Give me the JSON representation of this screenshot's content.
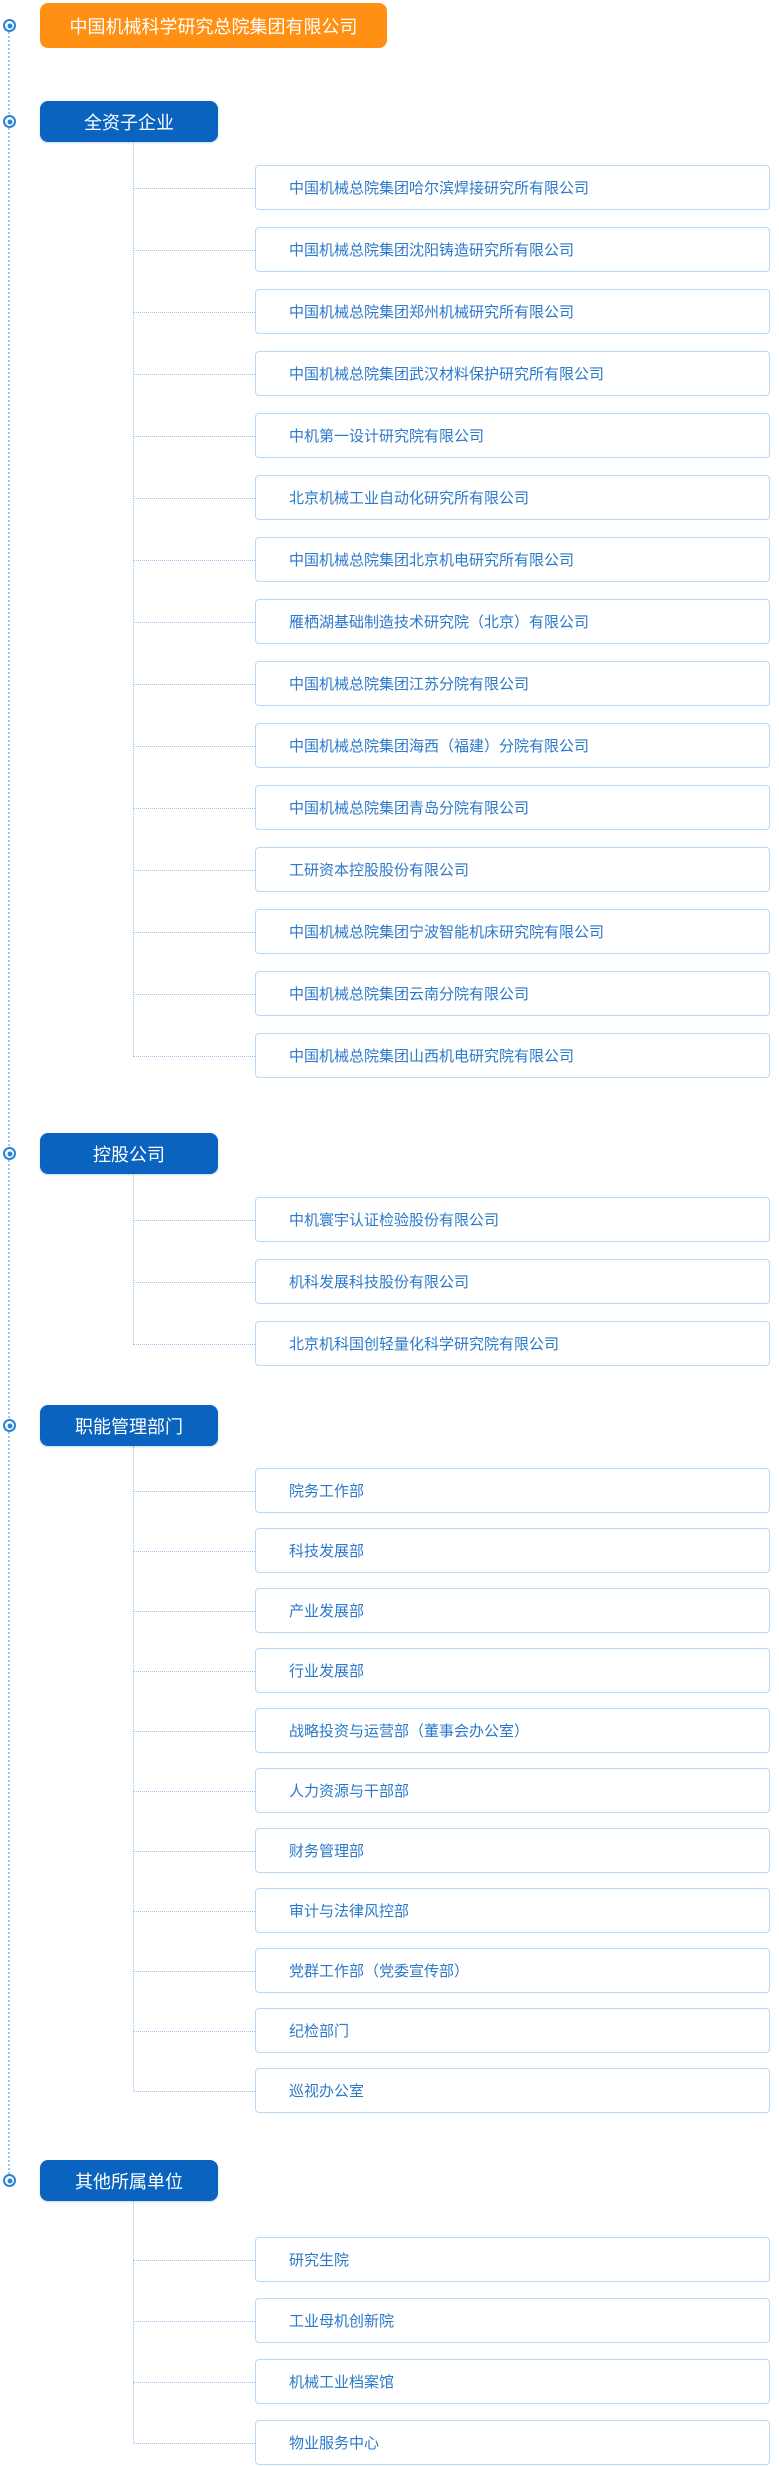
{
  "root": {
    "label": "中国机械科学研究总院集团有限公司"
  },
  "palette": {
    "root_bg": "#FF9013",
    "section_bg": "#0A63BF",
    "item_text": "#2B79CB",
    "item_border": "#B8D8F4",
    "connector": "#9CC6EE",
    "bullet": "#2B83D6"
  },
  "icons": {
    "bullet": "radio-dot-icon"
  },
  "sections": [
    {
      "label": "全资子企业",
      "items": [
        "中国机械总院集团哈尔滨焊接研究所有限公司",
        "中国机械总院集团沈阳铸造研究所有限公司",
        "中国机械总院集团郑州机械研究所有限公司",
        "中国机械总院集团武汉材料保护研究所有限公司",
        "中机第一设计研究院有限公司",
        "北京机械工业自动化研究所有限公司",
        "中国机械总院集团北京机电研究所有限公司",
        "雁栖湖基础制造技术研究院（北京）有限公司",
        "中国机械总院集团江苏分院有限公司",
        "中国机械总院集团海西（福建）分院有限公司",
        "中国机械总院集团青岛分院有限公司",
        "工研资本控股股份有限公司",
        "中国机械总院集团宁波智能机床研究院有限公司",
        "中国机械总院集团云南分院有限公司",
        "中国机械总院集团山西机电研究院有限公司"
      ]
    },
    {
      "label": "控股公司",
      "items": [
        "中机寰宇认证检验股份有限公司",
        "机科发展科技股份有限公司",
        "北京机科国创轻量化科学研究院有限公司"
      ]
    },
    {
      "label": "职能管理部门",
      "items": [
        "院务工作部",
        "科技发展部",
        "产业发展部",
        "行业发展部",
        "战略投资与运营部（董事会办公室）",
        "人力资源与干部部",
        "财务管理部",
        "审计与法律风控部",
        "党群工作部（党委宣传部）",
        "纪检部门",
        "巡视办公室"
      ]
    },
    {
      "label": "其他所属单位",
      "items": [
        "研究生院",
        "工业母机创新院",
        "机械工业档案馆",
        "物业服务中心"
      ]
    }
  ]
}
